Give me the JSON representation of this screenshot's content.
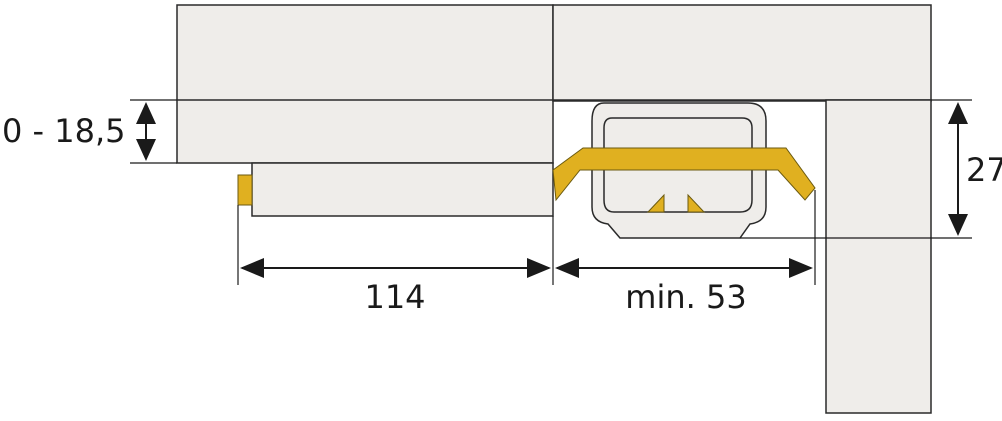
{
  "dimensions": {
    "height_range": "0 - 18,5",
    "height_right": "27",
    "width_left": "114",
    "width_right": "min. 53"
  },
  "colors": {
    "panel_fill": "#efedea",
    "panel_stroke": "#2a2a2a",
    "hinge_yellow": "#e0b020",
    "hinge_stroke": "#6b5a10",
    "dimension_line": "#1a1a1a"
  }
}
